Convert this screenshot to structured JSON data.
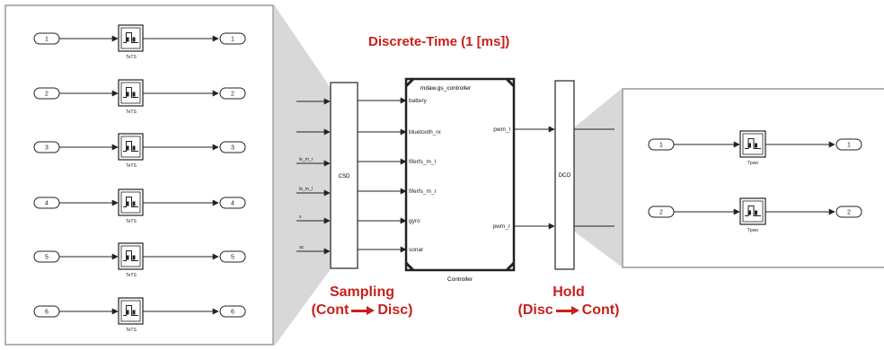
{
  "title": "Discrete-Time (1 [ms])",
  "colors": {
    "title_red": "#c8201a",
    "panel_gray": "#d8d8d8",
    "line": "#222222",
    "block_fill": "#ffffff"
  },
  "left_panel": {
    "rows": [
      {
        "in": "1",
        "out": "1",
        "block": "TeTS"
      },
      {
        "in": "2",
        "out": "2",
        "block": "TeTS"
      },
      {
        "in": "3",
        "out": "3",
        "block": "TeTS"
      },
      {
        "in": "4",
        "out": "4",
        "block": "TeTS"
      },
      {
        "in": "5",
        "out": "5",
        "block": "TeTS"
      },
      {
        "in": "6",
        "out": "6",
        "block": "TeTS"
      }
    ]
  },
  "csd_block": {
    "label": "CSD",
    "input_labels": [
      "",
      "",
      "le_m_r",
      "le_m_l",
      "x",
      "ac"
    ]
  },
  "controller": {
    "name": "mdaw.gs_controller",
    "caption": "Controller",
    "inputs": [
      "battery",
      "bluetooth_rx",
      "fiferfs_m_l",
      "fiferfs_m_r",
      "gyro",
      "sonar"
    ],
    "outputs": [
      "pwm_l",
      "pwm_r"
    ]
  },
  "dco_block": {
    "label": "DCO"
  },
  "right_panel": {
    "rows": [
      {
        "in": "1",
        "out": "1",
        "block": "Tpwo"
      },
      {
        "in": "2",
        "out": "2",
        "block": "Tpwo"
      }
    ]
  },
  "captions": {
    "sampling_line1": "Sampling",
    "sampling_left": "(Cont",
    "sampling_right": "Disc)",
    "hold_line1": "Hold",
    "hold_left": "(Disc",
    "hold_right": "Cont)"
  }
}
